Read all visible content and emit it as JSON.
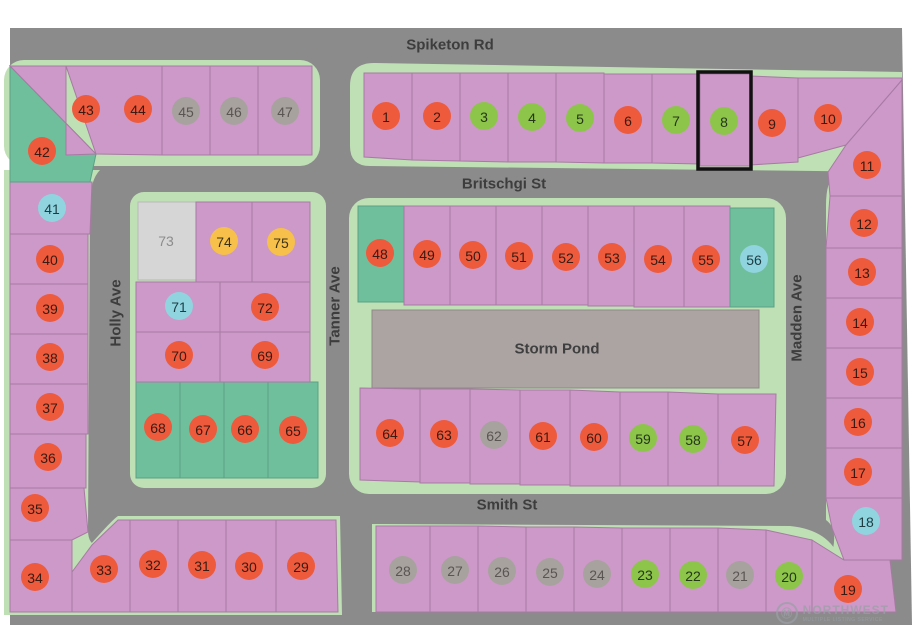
{
  "roads": {
    "spiketon": "Spiketon Rd",
    "britschgi": "Britschgi St",
    "holly": "Holly Ave",
    "tanner": "Tanner Ave",
    "madden": "Madden Ave",
    "smith": "Smith St"
  },
  "pond": {
    "label": "Storm Pond"
  },
  "selected_lot": "8",
  "status_colors": {
    "orange": "#ee5a3c",
    "green": "#8dc54b",
    "gray": "#a8a29f",
    "yellow": "#f7c04a",
    "blue": "#90d4df"
  },
  "lots": [
    {
      "n": "1",
      "status": "orange"
    },
    {
      "n": "2",
      "status": "orange"
    },
    {
      "n": "3",
      "status": "green"
    },
    {
      "n": "4",
      "status": "green"
    },
    {
      "n": "5",
      "status": "green"
    },
    {
      "n": "6",
      "status": "orange"
    },
    {
      "n": "7",
      "status": "green"
    },
    {
      "n": "8",
      "status": "green"
    },
    {
      "n": "9",
      "status": "orange"
    },
    {
      "n": "10",
      "status": "orange"
    },
    {
      "n": "11",
      "status": "orange"
    },
    {
      "n": "12",
      "status": "orange"
    },
    {
      "n": "13",
      "status": "orange"
    },
    {
      "n": "14",
      "status": "orange"
    },
    {
      "n": "15",
      "status": "orange"
    },
    {
      "n": "16",
      "status": "orange"
    },
    {
      "n": "17",
      "status": "orange"
    },
    {
      "n": "18",
      "status": "blue"
    },
    {
      "n": "19",
      "status": "orange"
    },
    {
      "n": "20",
      "status": "green"
    },
    {
      "n": "21",
      "status": "gray"
    },
    {
      "n": "22",
      "status": "green"
    },
    {
      "n": "23",
      "status": "green"
    },
    {
      "n": "24",
      "status": "gray"
    },
    {
      "n": "25",
      "status": "gray"
    },
    {
      "n": "26",
      "status": "gray"
    },
    {
      "n": "27",
      "status": "gray"
    },
    {
      "n": "28",
      "status": "gray"
    },
    {
      "n": "29",
      "status": "orange"
    },
    {
      "n": "30",
      "status": "orange"
    },
    {
      "n": "31",
      "status": "orange"
    },
    {
      "n": "32",
      "status": "orange"
    },
    {
      "n": "33",
      "status": "orange"
    },
    {
      "n": "34",
      "status": "orange"
    },
    {
      "n": "35",
      "status": "orange"
    },
    {
      "n": "36",
      "status": "orange"
    },
    {
      "n": "37",
      "status": "orange"
    },
    {
      "n": "38",
      "status": "orange"
    },
    {
      "n": "39",
      "status": "orange"
    },
    {
      "n": "40",
      "status": "orange"
    },
    {
      "n": "41",
      "status": "blue"
    },
    {
      "n": "42",
      "status": "orange"
    },
    {
      "n": "43",
      "status": "orange"
    },
    {
      "n": "44",
      "status": "orange"
    },
    {
      "n": "45",
      "status": "gray"
    },
    {
      "n": "46",
      "status": "gray"
    },
    {
      "n": "47",
      "status": "gray"
    },
    {
      "n": "48",
      "status": "orange"
    },
    {
      "n": "49",
      "status": "orange"
    },
    {
      "n": "50",
      "status": "orange"
    },
    {
      "n": "51",
      "status": "orange"
    },
    {
      "n": "52",
      "status": "orange"
    },
    {
      "n": "53",
      "status": "orange"
    },
    {
      "n": "54",
      "status": "orange"
    },
    {
      "n": "55",
      "status": "orange"
    },
    {
      "n": "56",
      "status": "blue"
    },
    {
      "n": "57",
      "status": "orange"
    },
    {
      "n": "58",
      "status": "green"
    },
    {
      "n": "59",
      "status": "green"
    },
    {
      "n": "60",
      "status": "orange"
    },
    {
      "n": "61",
      "status": "orange"
    },
    {
      "n": "62",
      "status": "gray"
    },
    {
      "n": "63",
      "status": "orange"
    },
    {
      "n": "64",
      "status": "orange"
    },
    {
      "n": "65",
      "status": "orange"
    },
    {
      "n": "66",
      "status": "orange"
    },
    {
      "n": "67",
      "status": "orange"
    },
    {
      "n": "68",
      "status": "orange"
    },
    {
      "n": "69",
      "status": "orange"
    },
    {
      "n": "70",
      "status": "orange"
    },
    {
      "n": "71",
      "status": "blue"
    },
    {
      "n": "72",
      "status": "orange"
    },
    {
      "n": "73",
      "status": "none"
    },
    {
      "n": "74",
      "status": "yellow"
    },
    {
      "n": "75",
      "status": "yellow"
    }
  ],
  "watermark": {
    "name": "NORTHWEST",
    "sub": "MULTIPLE LISTING SERVICE",
    "icon_name": "nwmls-logo-icon"
  }
}
